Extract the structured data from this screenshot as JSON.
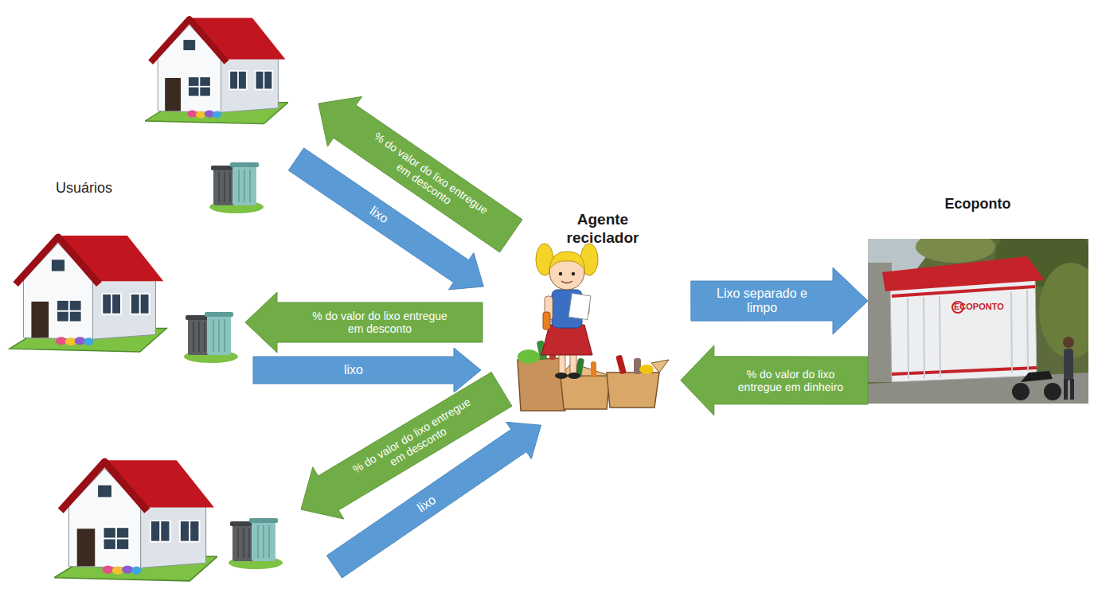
{
  "diagram": {
    "nodes": [
      {
        "text": [
          "Usuários"
        ]
      },
      {
        "text": [
          "Agente reciclador"
        ]
      },
      {
        "text": [
          "Ecoponto"
        ]
      }
    ],
    "edges": [
      {
        "from": 0,
        "to": 1,
        "arrow": "to",
        "label": "lixo"
      },
      {
        "from": 1,
        "to": 0,
        "arrow": "to",
        "label": "% do valor do lixo entregue em desconto"
      },
      {
        "from": 0,
        "to": 1,
        "arrow": "to",
        "label": "lixo"
      },
      {
        "from": 1,
        "to": 0,
        "arrow": "to",
        "label": "% do valor do lixo entregue em desconto"
      },
      {
        "from": 0,
        "to": 1,
        "arrow": "to",
        "label": "lixo"
      },
      {
        "from": 1,
        "to": 0,
        "arrow": "to",
        "label": "% do valor do lixo entregue em desconto"
      },
      {
        "from": 1,
        "to": 2,
        "arrow": "to",
        "label": "Lixo separado e limpo"
      },
      {
        "from": 2,
        "to": 1,
        "arrow": "to",
        "label": "% do valor do lixo entregue em dinheiro"
      }
    ],
    "labels": [
      "ECOPONTO"
    ]
  }
}
